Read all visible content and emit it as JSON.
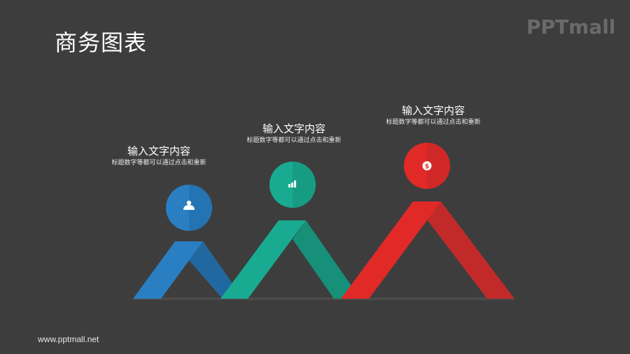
{
  "header": {
    "title": "商务图表",
    "logo": "PPTmall"
  },
  "footer": {
    "url": "www.pptmall.net"
  },
  "items": [
    {
      "heading": "输入文字内容",
      "subtext": "标题数字等都可以通过点击和重新",
      "icon": "user-icon",
      "color": "#2a7fc2",
      "color_dark": "#2268a0"
    },
    {
      "heading": "输入文字内容",
      "subtext": "标题数字等都可以通过点击和重新",
      "icon": "bar-chart-icon",
      "color": "#19ab92",
      "color_dark": "#169078"
    },
    {
      "heading": "输入文字内容",
      "subtext": "标题数字等都可以通过点击和重新",
      "icon": "dollar-coin-icon",
      "color": "#e12a27",
      "color_dark": "#c22a2a"
    }
  ]
}
